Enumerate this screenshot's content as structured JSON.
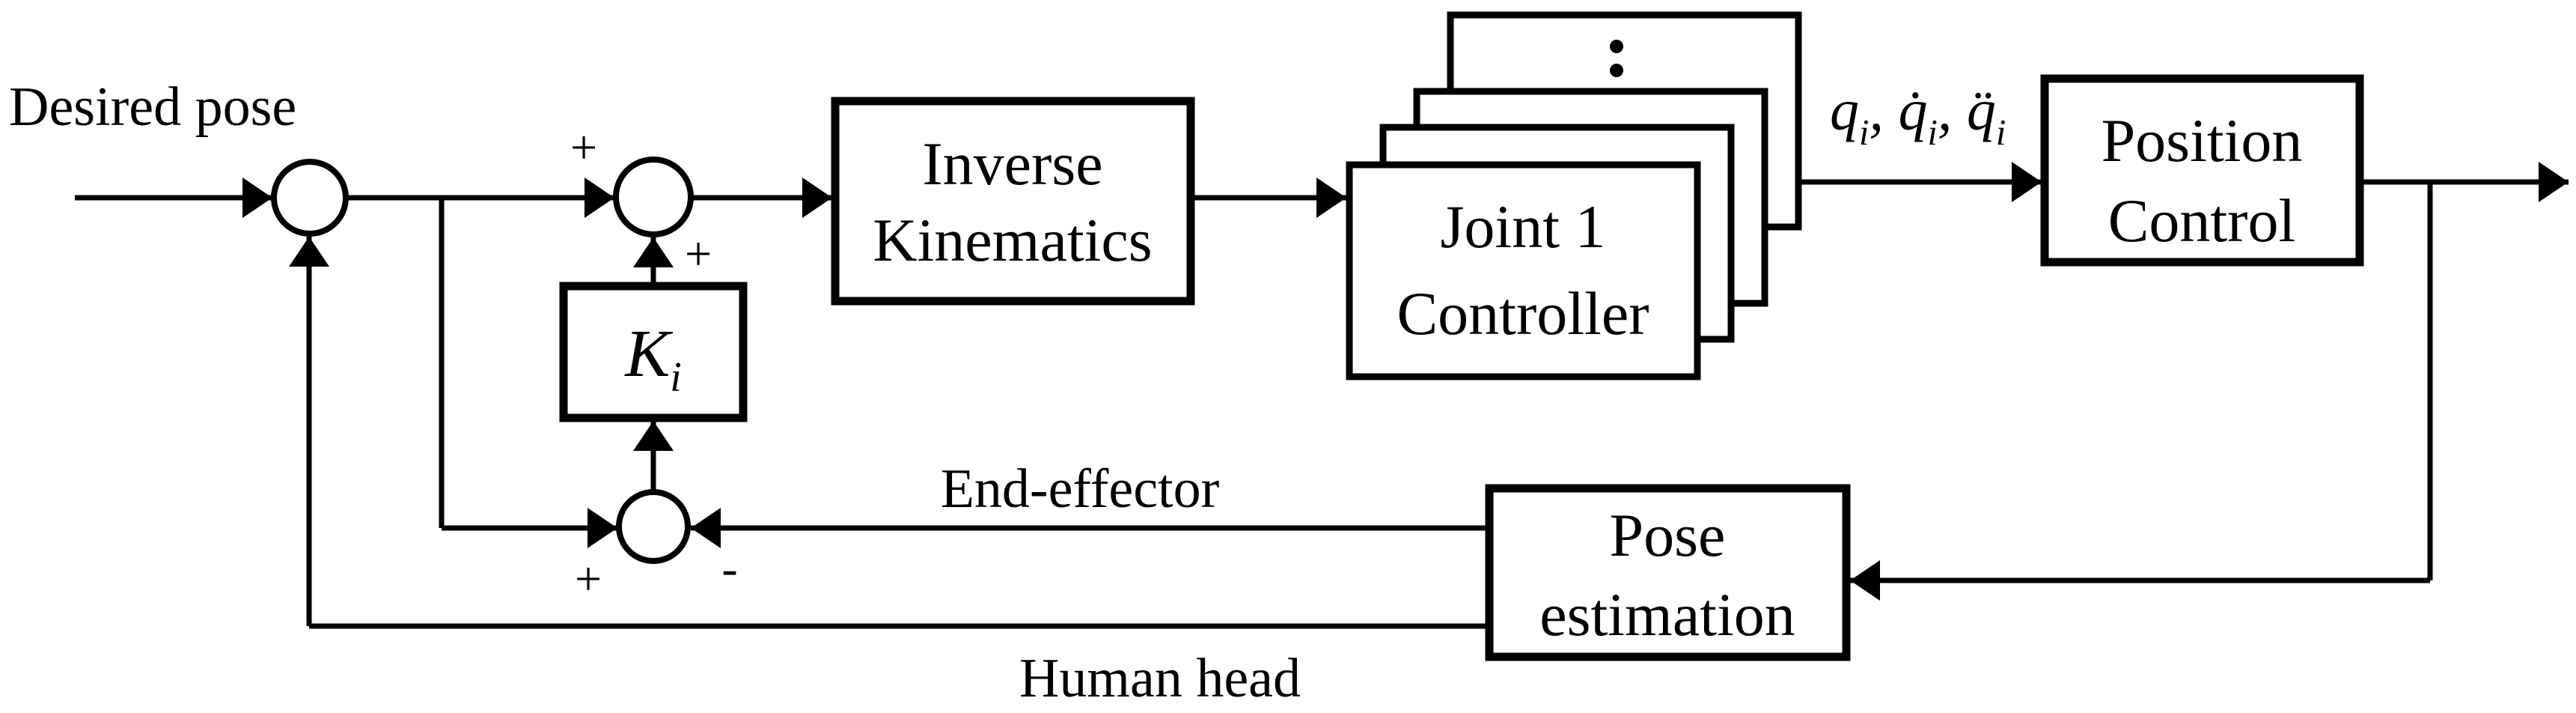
{
  "figure": {
    "background": "#ffffff",
    "line_color": "#000000",
    "labels": {
      "desired_pose": "Desired pose",
      "end_effector": "End-effector",
      "human_head": "Human head"
    },
    "signs": {
      "sum2_top": "+",
      "sum2_bottom": "+",
      "sum3_left": "+",
      "sum3_right": "-"
    },
    "blocks": {
      "inverse_kinematics": {
        "line1": "Inverse",
        "line2": "Kinematics"
      },
      "joint_controller": {
        "line1": "Joint 1",
        "line2": "Controller"
      },
      "position_control": {
        "line1": "Position",
        "line2": "Control"
      },
      "pose_estimation": {
        "line1": "Pose",
        "line2": "estimation"
      },
      "gain_parts": [
        {
          "t": "K",
          "sub": "i"
        }
      ],
      "stack_more_icon": "vertical-ellipsis"
    },
    "signals": {
      "joint_trajectory_parts": [
        {
          "t": "q",
          "sub": "i"
        },
        {
          "t": ", "
        },
        {
          "t": "q̇",
          "sub": "i"
        },
        {
          "t": ", "
        },
        {
          "t": "q̈",
          "sub": "i"
        }
      ]
    }
  }
}
